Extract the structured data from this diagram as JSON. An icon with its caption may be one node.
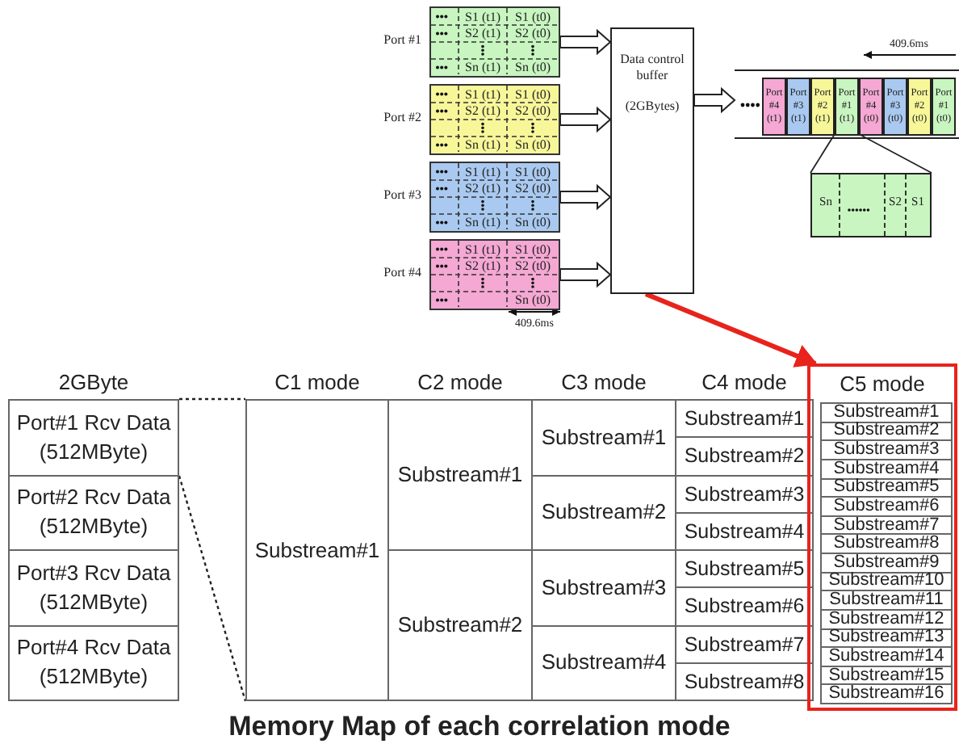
{
  "diagram": {
    "caption": "Memory Map of each correlation mode",
    "nodes": [
      {
        "text": [
          "Port #1",
          "S1 (t1)",
          "S1 (t0)",
          "S2 (t1)",
          "S2 (t0)",
          "Sn (t1)",
          "Sn (t0)"
        ]
      },
      {
        "text": [
          "Port #2",
          "S1 (t1)",
          "S1 (t0)",
          "S2 (t1)",
          "S2 (t0)",
          "Sn (t1)",
          "Sn (t0)"
        ]
      },
      {
        "text": [
          "Port #3",
          "S1 (t1)",
          "S1 (t0)",
          "S2 (t1)",
          "S2 (t0)",
          "Sn (t1)",
          "Sn (t0)"
        ]
      },
      {
        "text": [
          "Port #4",
          "S1 (t1)",
          "S1 (t0)",
          "S2 (t1)",
          "S2 (t0)",
          "Sn (t0)"
        ]
      },
      {
        "text": [
          "Data control buffer",
          "(2GBytes)"
        ]
      },
      {
        "text": [],
        "shape": "bar"
      },
      {
        "text": [
          "Port #4 (t1)"
        ],
        "in": 5
      },
      {
        "text": [
          "Port #3 (t1)"
        ],
        "in": 5
      },
      {
        "text": [
          "Port #2 (t1)"
        ],
        "in": 5
      },
      {
        "text": [
          "Port #1 (t1)"
        ],
        "in": 5
      },
      {
        "text": [
          "Port #4 (t0)"
        ],
        "in": 5
      },
      {
        "text": [
          "Port #3 (t0)"
        ],
        "in": 5
      },
      {
        "text": [
          "Port #2 (t0)"
        ],
        "in": 5
      },
      {
        "text": [
          "Port #1 (t0)"
        ],
        "in": 5
      },
      {
        "text": [
          "Sn",
          "S2",
          "S1"
        ]
      },
      {
        "text": [
          "Port#1 Rcv Data (512MByte)"
        ]
      },
      {
        "text": [
          "Port#2 Rcv Data (512MByte)"
        ]
      },
      {
        "text": [
          "Port#3 Rcv Data (512MByte)"
        ]
      },
      {
        "text": [
          "Port#4 Rcv Data (512MByte)"
        ]
      },
      {
        "text": [
          "Substream#1"
        ]
      },
      {
        "text": [
          "Substream#1"
        ]
      },
      {
        "text": [
          "Substream#2"
        ]
      },
      {
        "text": [
          "Substream#1"
        ]
      },
      {
        "text": [
          "Substream#2"
        ]
      },
      {
        "text": [
          "Substream#3"
        ]
      },
      {
        "text": [
          "Substream#4"
        ]
      },
      {
        "text": [
          "Substream#1"
        ]
      },
      {
        "text": [
          "Substream#2"
        ]
      },
      {
        "text": [
          "Substream#3"
        ]
      },
      {
        "text": [
          "Substream#4"
        ]
      },
      {
        "text": [
          "Substream#5"
        ]
      },
      {
        "text": [
          "Substream#6"
        ]
      },
      {
        "text": [
          "Substream#7"
        ]
      },
      {
        "text": [
          "Substream#8"
        ]
      },
      {
        "text": [
          "C5 mode"
        ]
      },
      {
        "text": [
          "Substream#1"
        ],
        "in": 34
      },
      {
        "text": [
          "Substream#2"
        ],
        "in": 34
      },
      {
        "text": [
          "Substream#3"
        ],
        "in": 34
      },
      {
        "text": [
          "Substream#4"
        ],
        "in": 34
      },
      {
        "text": [
          "Substream#5"
        ],
        "in": 34
      },
      {
        "text": [
          "Substream#6"
        ],
        "in": 34
      },
      {
        "text": [
          "Substream#7"
        ],
        "in": 34
      },
      {
        "text": [
          "Substream#8"
        ],
        "in": 34
      },
      {
        "text": [
          "Substream#9"
        ],
        "in": 34
      },
      {
        "text": [
          "Substream#10"
        ],
        "in": 34
      },
      {
        "text": [
          "Substream#11"
        ],
        "in": 34
      },
      {
        "text": [
          "Substream#12"
        ],
        "in": 34
      },
      {
        "text": [
          "Substream#13"
        ],
        "in": 34
      },
      {
        "text": [
          "Substream#14"
        ],
        "in": 34
      },
      {
        "text": [
          "Substream#15"
        ],
        "in": 34
      },
      {
        "text": [
          "Substream#16"
        ],
        "in": 34
      }
    ],
    "edges": [
      {
        "from": 0,
        "to": 4,
        "arrow": "to",
        "style": "thick"
      },
      {
        "from": 1,
        "to": 4,
        "arrow": "to",
        "style": "thick"
      },
      {
        "from": 2,
        "to": 4,
        "arrow": "to",
        "style": "thick"
      },
      {
        "from": 3,
        "to": 4,
        "arrow": "to",
        "style": "thick"
      },
      {
        "from": 4,
        "to": 5,
        "arrow": "to",
        "style": "thick"
      },
      {
        "from": 9,
        "to": 14,
        "arrow": "none"
      },
      {
        "from": 9,
        "to": 14,
        "arrow": "none"
      },
      {
        "from": 4,
        "to": 34,
        "arrow": "to",
        "style": "thick",
        "color": "#e8231c"
      },
      {
        "from": 15,
        "to": 19,
        "arrow": "none",
        "style": "dashed"
      },
      {
        "from": 15,
        "to": 19,
        "arrow": "none",
        "style": "dashed"
      }
    ],
    "labels": [
      "409.6ms",
      "409.6ms",
      "2GByte",
      "C1 mode",
      "C2 mode",
      "C3 mode",
      "C4 mode"
    ]
  }
}
